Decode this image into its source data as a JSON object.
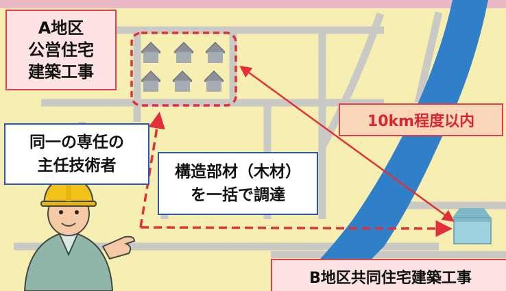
{
  "district_a": {
    "lines": [
      "A地区",
      "公営住宅",
      "建築工事"
    ]
  },
  "technician": {
    "lines": [
      "同一の専任の",
      "主任技術者"
    ]
  },
  "materials": {
    "lines": [
      "構造部材（木材）",
      "を一括で調達"
    ]
  },
  "distance": {
    "label": "10km程度以内"
  },
  "district_b": {
    "label": "B地区共同住宅建築工事"
  },
  "colors": {
    "map_background": "#f7efb1",
    "road": "#c9c9c5",
    "river": "#2f7fc9",
    "accent_red": "#e0404a",
    "frame_blue": "#2a56a8"
  },
  "icons": {
    "worker": "construction-worker-icon",
    "house": "house-icon",
    "building_b": "building-icon"
  }
}
